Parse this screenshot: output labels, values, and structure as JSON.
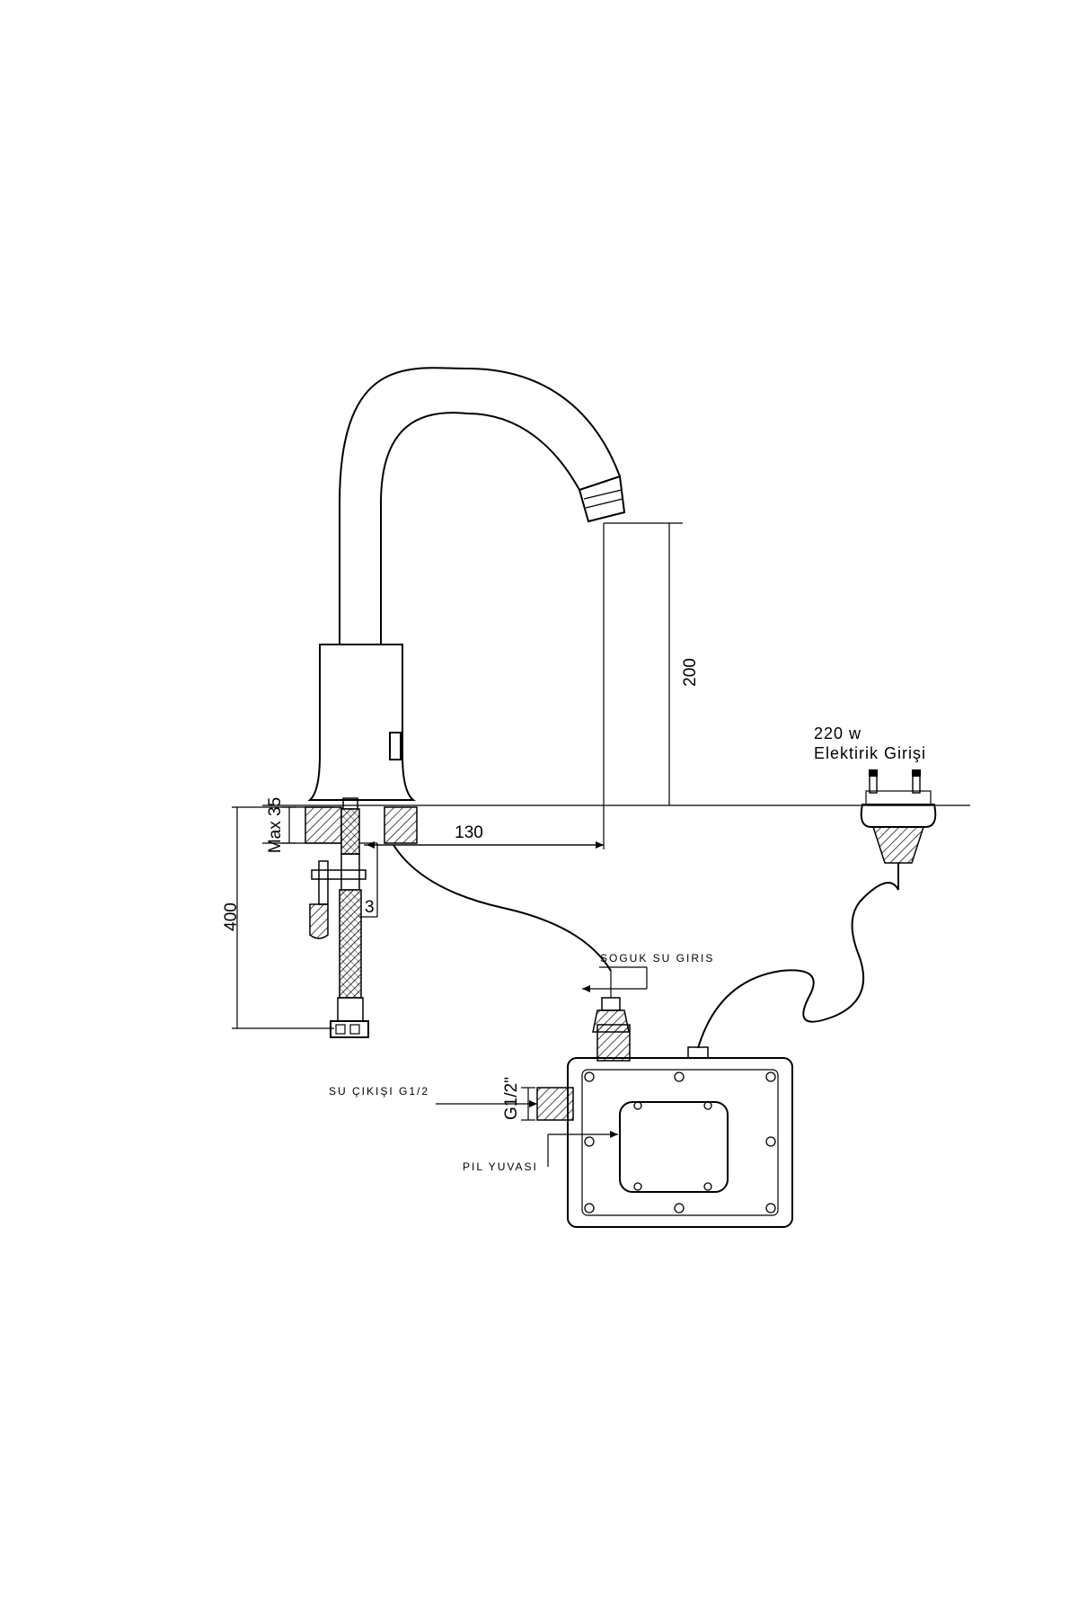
{
  "dimensions": {
    "spout_height": "200",
    "reach": "130",
    "max_thickness": "Max 35",
    "hose_length": "400",
    "small": "3"
  },
  "labels": {
    "cold_inlet": "SOGUK SU GIRIS",
    "water_outlet": "SU ÇIKIŞI G1/2",
    "thread": "G1/2\"",
    "battery": "PIL YUVASI",
    "power_line1": "220 w",
    "power_line2": "Elektirik Girişi"
  }
}
